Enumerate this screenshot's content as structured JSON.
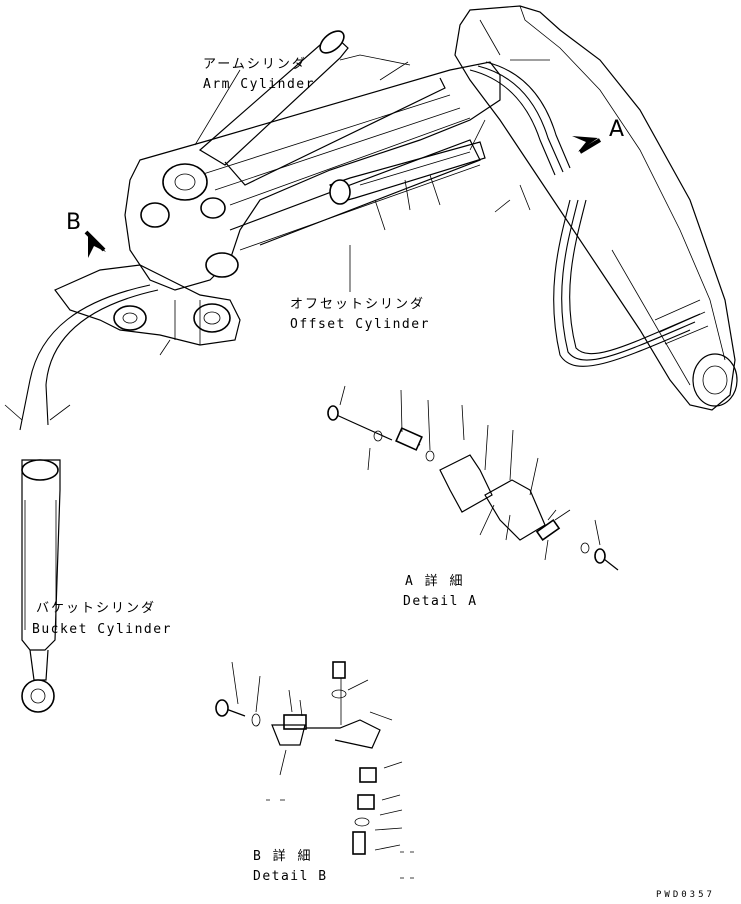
{
  "labels": {
    "arm_cylinder_jp": "アームシリンダ",
    "arm_cylinder_en": "Arm Cylinder",
    "offset_cylinder_jp": "オフセットシリンダ",
    "offset_cylinder_en": "Offset Cylinder",
    "bucket_cylinder_jp": "バケットシリンダ",
    "bucket_cylinder_en": "Bucket Cylinder",
    "detail_a_jp": "A 詳 細",
    "detail_a_en": "Detail A",
    "detail_b_jp": "B 詳 細",
    "detail_b_en": "Detail B",
    "view_a": "A",
    "view_b": "B",
    "drawing_code": "PWD0357"
  }
}
